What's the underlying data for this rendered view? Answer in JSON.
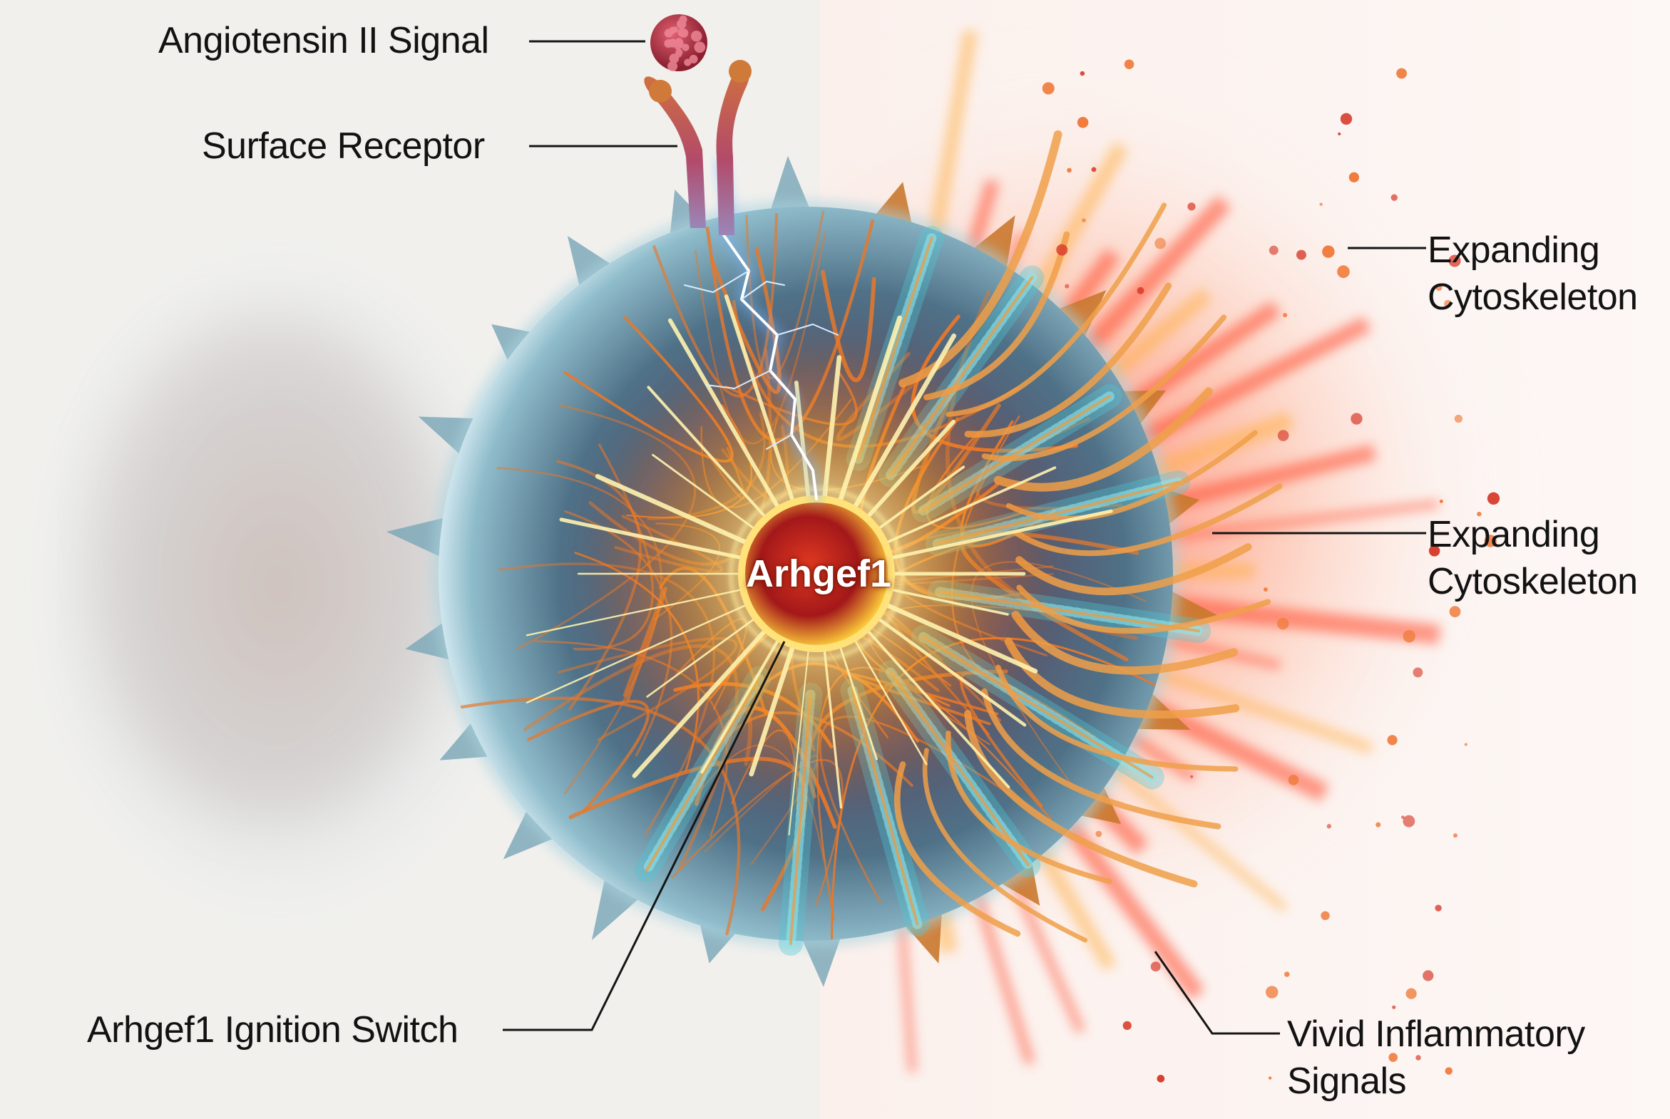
{
  "labels": {
    "angiotensin": "Angiotensin II Signal",
    "receptor": "Surface Receptor",
    "expanding_1_line1": "Expanding",
    "expanding_1_line2": "Cytoskeleton",
    "expanding_2_line1": "Expanding",
    "expanding_2_line2": "Cytoskeleton",
    "switch": "Arhgef1 Ignition Switch",
    "inflammatory_line1": "Vivid Inflammatory",
    "inflammatory_line2": "Signals",
    "core": "Arhgef1"
  },
  "colors": {
    "background_left": "#f2f1ee",
    "background_right": "#faf3f0",
    "membrane": "#8fbccb",
    "cell_interior": "#4e6f86",
    "filament": "#e8782a",
    "microtubule": "#4fc8d6",
    "core": "#c8281a",
    "glow": "#ffd24a",
    "signal_sphere": "#c0394d",
    "receptor": "#c9643f",
    "lightning": "#bfe6ff",
    "inflammation": "#ff3a2a"
  }
}
